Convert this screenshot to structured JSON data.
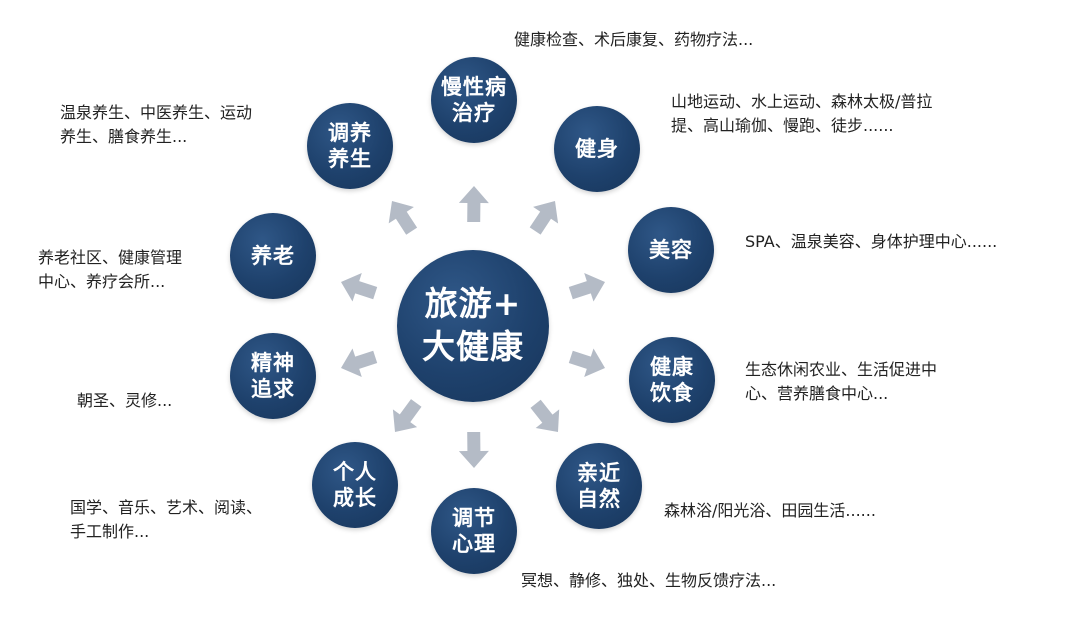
{
  "center": {
    "lines": [
      "旅游+",
      "大健康"
    ]
  },
  "nodes": [
    {
      "id": "chronic-disease",
      "lines": [
        "慢性病",
        "治疗"
      ],
      "desc": [
        "健康检查、术后康复、药物疗法..."
      ]
    },
    {
      "id": "fitness",
      "lines": [
        "健身"
      ],
      "desc": [
        "山地运动、水上运动、森林太极/普拉",
        "提、高山瑜伽、慢跑、徒步......"
      ]
    },
    {
      "id": "beauty",
      "lines": [
        "美容"
      ],
      "desc": [
        "SPA、温泉美容、身体护理中心......"
      ]
    },
    {
      "id": "healthy-diet",
      "lines": [
        "健康",
        "饮食"
      ],
      "desc": [
        "生态休闲农业、生活促进中",
        "心、营养膳食中心..."
      ]
    },
    {
      "id": "nature",
      "lines": [
        "亲近",
        "自然"
      ],
      "desc": [
        "森林浴/阳光浴、田园生活......"
      ]
    },
    {
      "id": "psychology",
      "lines": [
        "调节",
        "心理"
      ],
      "desc": [
        "冥想、静修、独处、生物反馈疗法..."
      ]
    },
    {
      "id": "personal-growth",
      "lines": [
        "个人",
        "成长"
      ],
      "desc": [
        "国学、音乐、艺术、阅读、",
        "手工制作..."
      ]
    },
    {
      "id": "spiritual",
      "lines": [
        "精神",
        "追求"
      ],
      "desc": [
        "朝圣、灵修..."
      ]
    },
    {
      "id": "elderly-care",
      "lines": [
        "养老"
      ],
      "desc": [
        "养老社区、健康管理",
        "中心、养疗会所..."
      ]
    },
    {
      "id": "wellness",
      "lines": [
        "调养",
        "养生"
      ],
      "desc": [
        "温泉养生、中医养生、运动",
        "养生、膳食养生..."
      ]
    }
  ],
  "colors": {
    "node_fill": "#1e416c",
    "arrow_fill": "#b4bbc6",
    "text_on_node": "#ffffff",
    "desc_text": "#222222",
    "background": "#ffffff"
  }
}
